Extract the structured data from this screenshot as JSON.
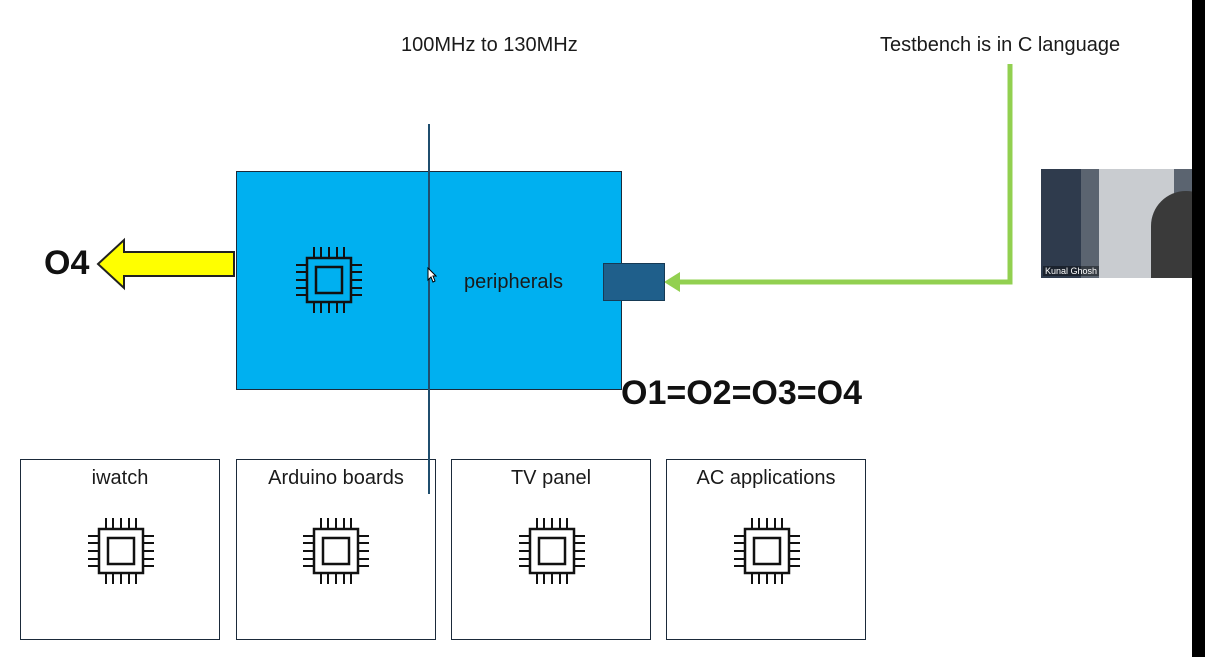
{
  "labels": {
    "frequency": "100MHz to 130MHz",
    "testbench": "Testbench is in C language",
    "output": "O4",
    "peripherals": "peripherals",
    "equation": "O1=O2=O3=O4"
  },
  "boxes": [
    {
      "label": "iwatch"
    },
    {
      "label": "Arduino boards"
    },
    {
      "label": "TV panel"
    },
    {
      "label": "AC applications"
    }
  ],
  "webcam": {
    "name": "Kunal Ghosh"
  },
  "colors": {
    "block": "#00b0f0",
    "port": "#1f5f8b",
    "output_arrow": "#ffff00",
    "input_arrow": "#92d050"
  },
  "icons": [
    "chip-icon",
    "arrow-left-icon",
    "cursor-icon"
  ]
}
